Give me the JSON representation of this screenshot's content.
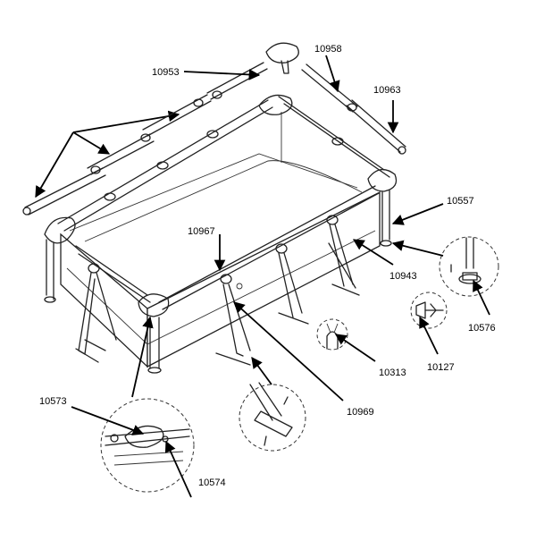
{
  "diagram": {
    "part_labels": {
      "p10953": "10953",
      "p10958": "10958",
      "p10963": "10963",
      "p10557": "10557",
      "p10967": "10967",
      "p10943": "10943",
      "p10576": "10576",
      "p10127": "10127",
      "p10313": "10313",
      "p10969": "10969",
      "p10573": "10573",
      "p10574": "10574"
    }
  }
}
